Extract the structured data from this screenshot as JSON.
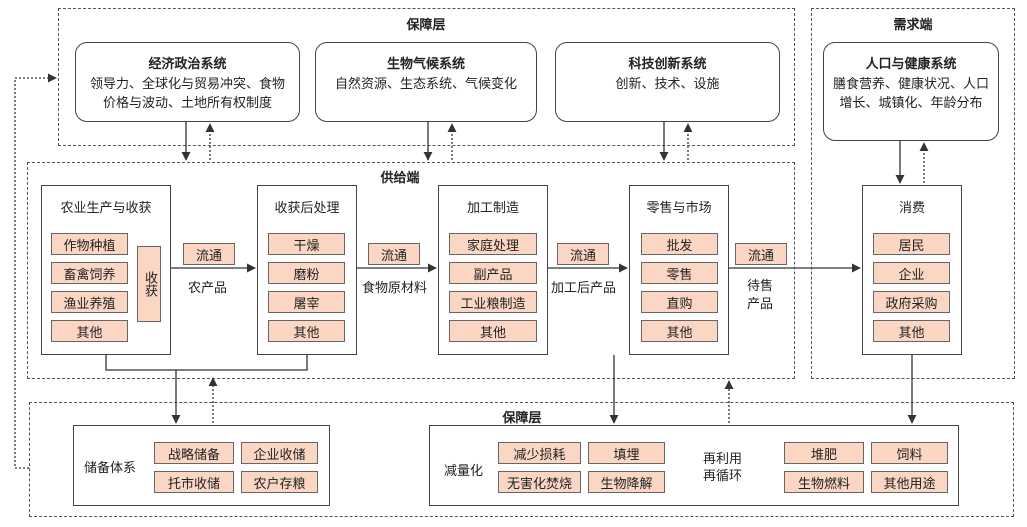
{
  "guarantee_top": {
    "title": "保障层",
    "systems": [
      {
        "title": "经济政治系统",
        "desc": "领导力、全球化与贸易冲突、食物价格与波动、土地所有权制度"
      },
      {
        "title": "生物气候系统",
        "desc": "自然资源、生态系统、气候变化"
      },
      {
        "title": "科技创新系统",
        "desc": "创新、技术、设施"
      }
    ]
  },
  "demand": {
    "title": "需求端",
    "system": {
      "title": "人口与健康系统",
      "desc": "膳食营养、健康状况、人口增长、城镇化、年龄分布"
    },
    "consumption": {
      "title": "消费",
      "items": [
        "居民",
        "企业",
        "政府采购",
        "其他"
      ]
    }
  },
  "supply": {
    "title": "供给端",
    "stages": [
      {
        "title": "农业生产与收获",
        "items": [
          "作物种植",
          "畜禽饲养",
          "渔业养殖",
          "其他"
        ],
        "side": "收获"
      },
      {
        "title": "收获后处理",
        "items": [
          "干燥",
          "磨粉",
          "屠宰",
          "其他"
        ]
      },
      {
        "title": "加工制造",
        "items": [
          "家庭处理",
          "副产品",
          "工业粮制造",
          "其他"
        ]
      },
      {
        "title": "零售与市场",
        "items": [
          "批发",
          "零售",
          "直购",
          "其他"
        ]
      }
    ],
    "flows": [
      {
        "label": "流通",
        "product": "农产品"
      },
      {
        "label": "流通",
        "product": "食物原材料"
      },
      {
        "label": "流通",
        "product": "加工后产品"
      },
      {
        "label": "流通",
        "product": "待售产品"
      }
    ]
  },
  "guarantee_bottom": {
    "title": "保障层",
    "reserve": {
      "title": "储备体系",
      "items": [
        "战略储备",
        "企业收储",
        "托市收储",
        "农户存粮"
      ]
    },
    "waste": {
      "reduce_label": "减量化",
      "reduce_items": [
        "减少损耗",
        "填埋",
        "无害化焚烧",
        "生物降解"
      ],
      "reuse_label": "再利用\n再循环",
      "reuse_items": [
        "堆肥",
        "饲料",
        "生物燃料",
        "其他用途"
      ]
    }
  }
}
